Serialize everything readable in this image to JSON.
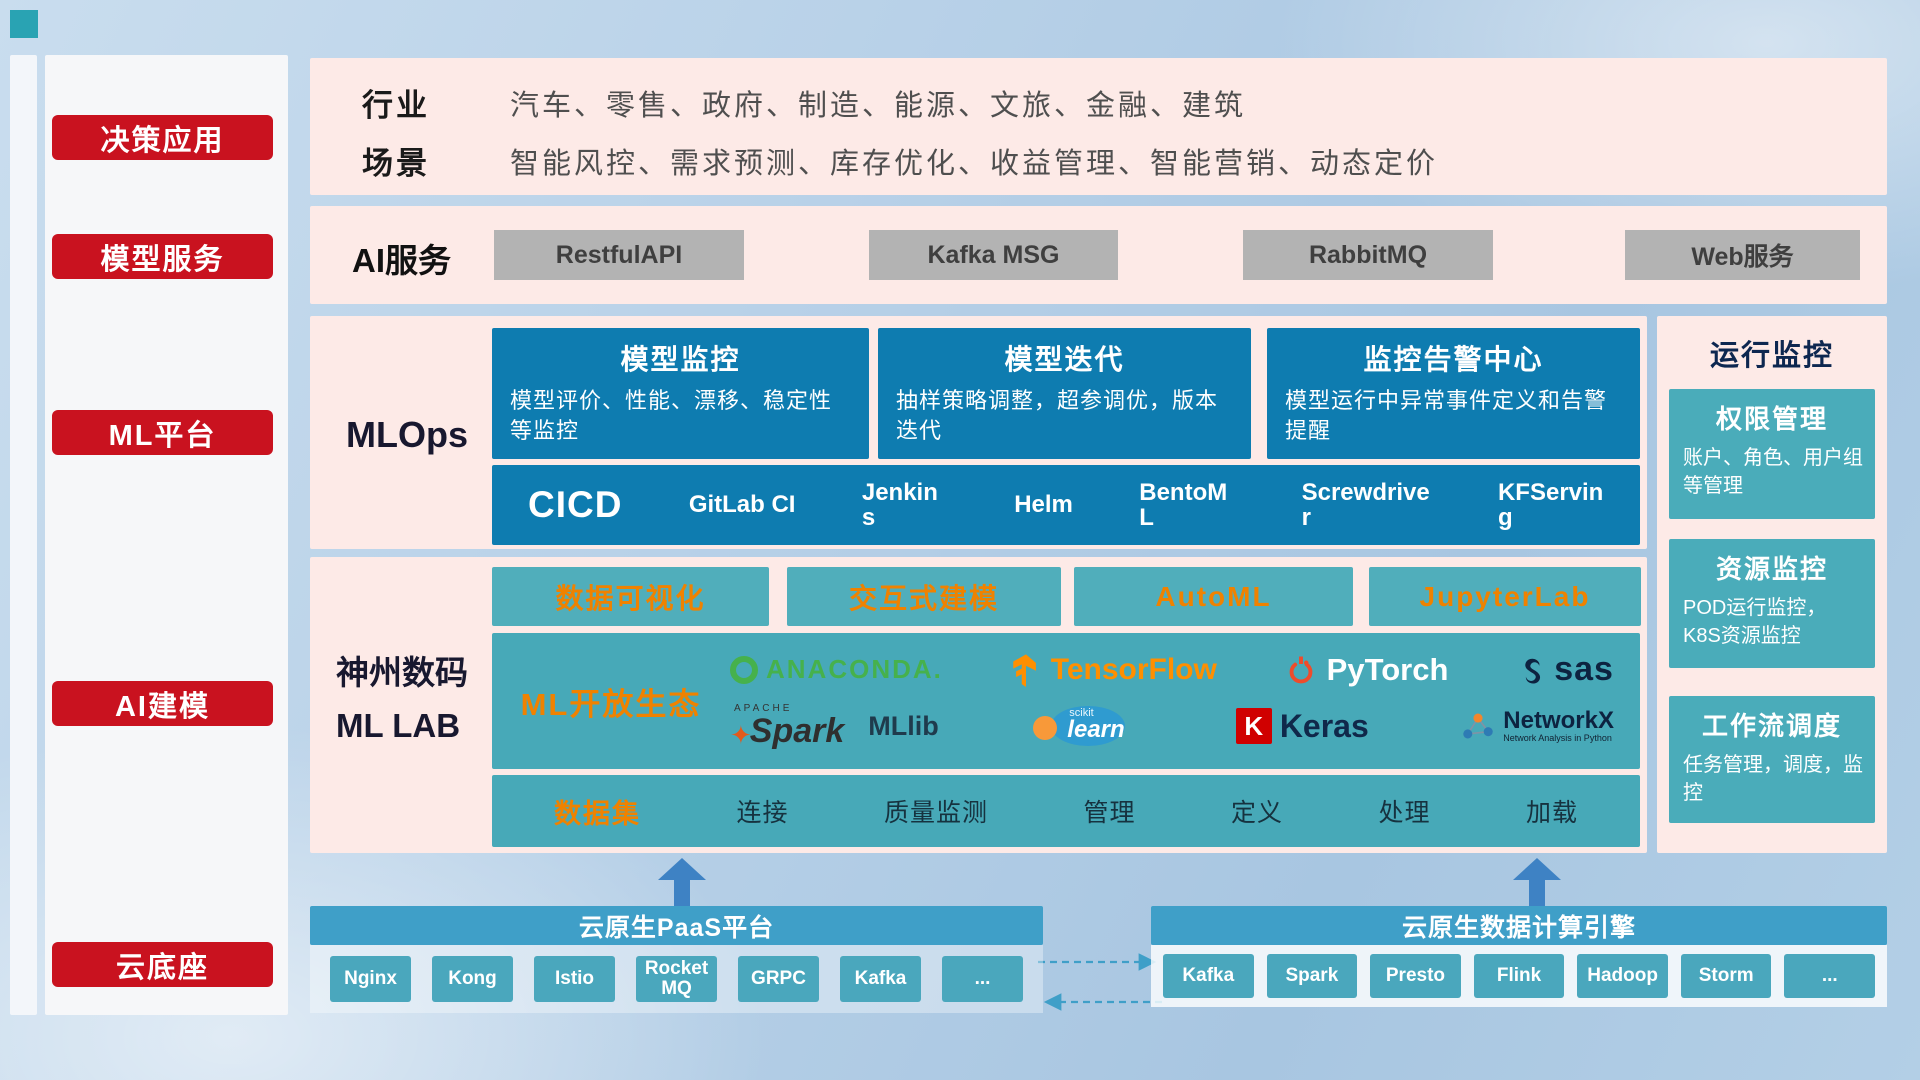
{
  "colors": {
    "accent_red": "#c9121f",
    "panel_pink": "#fdeae7",
    "box_blue": "#0e7cb0",
    "box_teal": "#47a9b8",
    "accent_orange": "#ef8200",
    "bar_blue": "#3f9fc8",
    "chip_teal": "#4aa7bd",
    "chip_gray": "#b3b3b3"
  },
  "sidebar": {
    "items": [
      {
        "label": "决策应用"
      },
      {
        "label": "模型服务"
      },
      {
        "label": "ML平台"
      },
      {
        "label": "AI建模"
      },
      {
        "label": "云底座"
      }
    ]
  },
  "industry": {
    "row1_label": "行业",
    "row1_text": "汽车、零售、政府、制造、能源、文旅、金融、建筑",
    "row2_label": "场景",
    "row2_text": "智能风控、需求预测、库存优化、收益管理、智能营销、动态定价"
  },
  "ai_service": {
    "label": "AI服务",
    "buttons": [
      "RestfulAPI",
      "Kafka MSG",
      "RabbitMQ",
      "Web服务"
    ]
  },
  "mlops": {
    "label": "MLOps",
    "boxes": [
      {
        "title": "模型监控",
        "body": "模型评价、性能、漂移、稳定性等监控"
      },
      {
        "title": "模型迭代",
        "body": "抽样策略调整，超参调优，版本迭代"
      },
      {
        "title": "监控告警中心",
        "body": "模型运行中异常事件定义和告警提醒"
      }
    ],
    "cicd": {
      "title": "CICD",
      "items": [
        "GitLab CI",
        "Jenkins",
        "Helm",
        "BentoML",
        "Screwdriver",
        "KFServing"
      ]
    }
  },
  "mllab": {
    "label_line1": "神州数码",
    "label_line2": "ML LAB",
    "top_buttons": [
      "数据可视化",
      "交互式建模",
      "AutoML",
      "JupyterLab"
    ],
    "ecosystem_label": "ML开放生态",
    "logos": {
      "anaconda": "ANACONDA.",
      "tensorflow": "TensorFlow",
      "pytorch": "PyTorch",
      "sas": "sas",
      "spark_apache": "APACHE",
      "spark": "Spark",
      "mllib": "MLlib",
      "scikit_top": "scikit",
      "scikit": "learn",
      "keras_k": "K",
      "keras": "Keras",
      "networkx": "NetworkX",
      "networkx_sub": "Network Analysis in Python"
    },
    "data_bar": {
      "first": "数据集",
      "items": [
        "连接",
        "质量监测",
        "管理",
        "定义",
        "处理",
        "加载"
      ]
    }
  },
  "monitor": {
    "title": "运行监控",
    "boxes": [
      {
        "title": "权限管理",
        "body": "账户、角色、用户组等管理"
      },
      {
        "title": "资源监控",
        "body": "POD运行监控，K8S资源监控"
      },
      {
        "title": "工作流调度",
        "body": "任务管理，调度，监控"
      }
    ]
  },
  "paas": {
    "title": "云原生PaaS平台",
    "buttons": [
      "Nginx",
      "Kong",
      "Istio",
      "RocketMQ",
      "GRPC",
      "Kafka",
      "..."
    ]
  },
  "engine": {
    "title": "云原生数据计算引擎",
    "buttons": [
      "Kafka",
      "Spark",
      "Presto",
      "Flink",
      "Hadoop",
      "Storm",
      "..."
    ]
  }
}
